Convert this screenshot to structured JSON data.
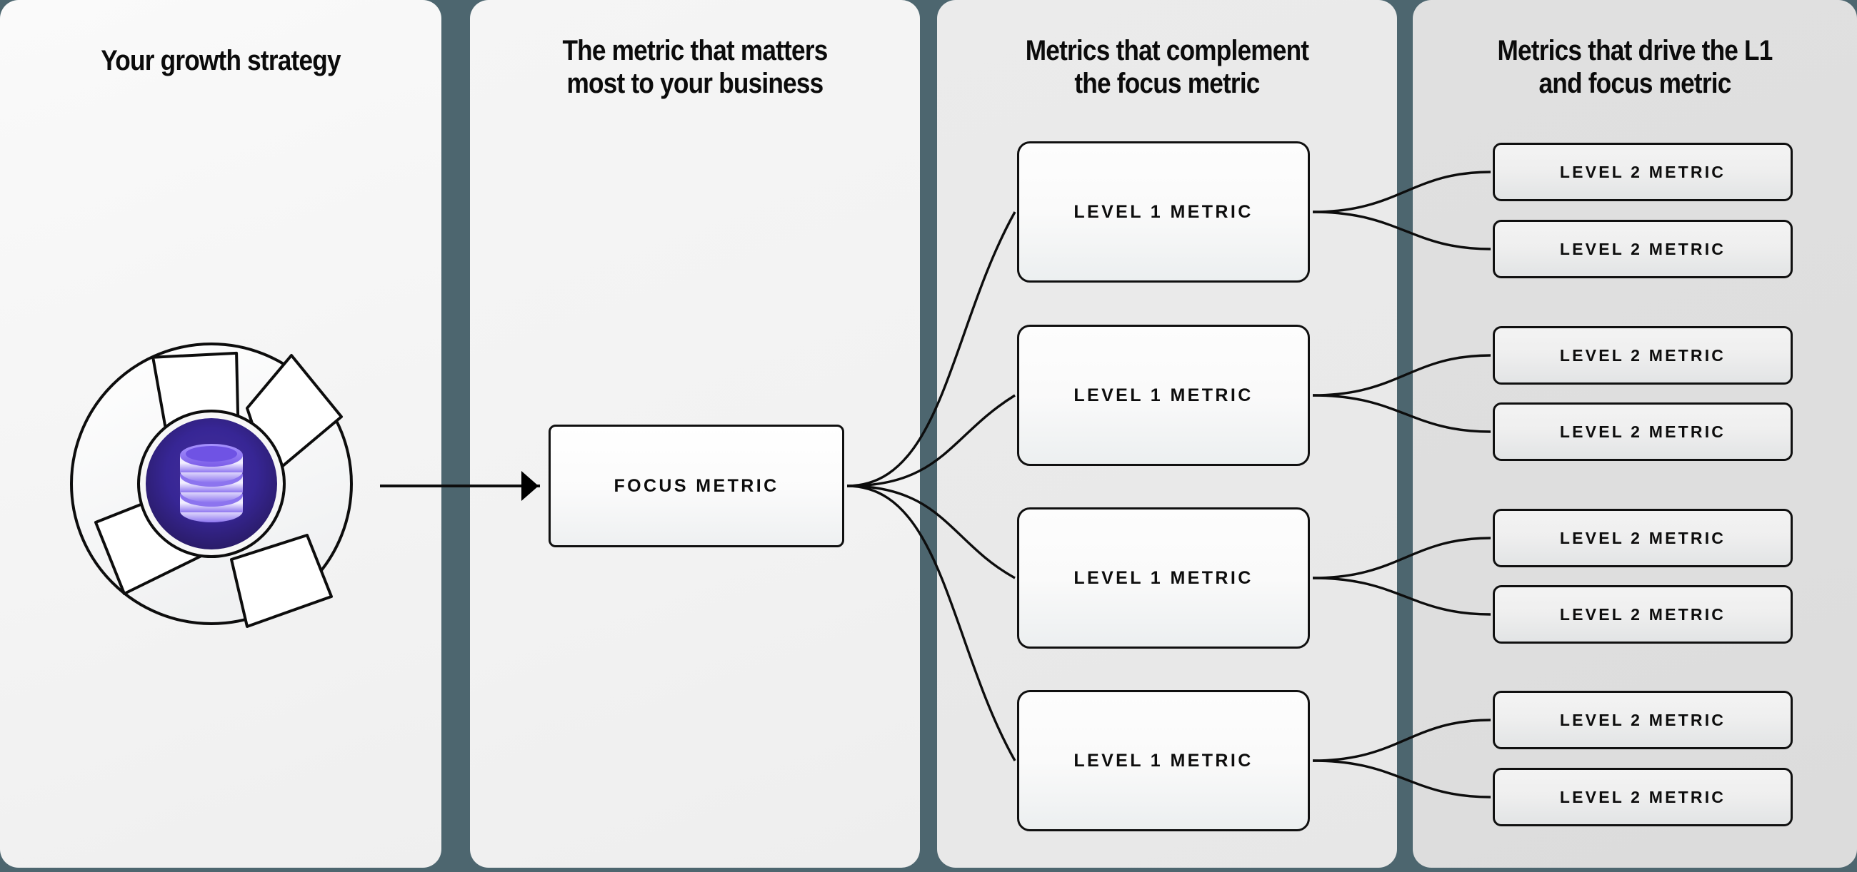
{
  "columns": [
    {
      "id": "growth-strategy",
      "title": "Your growth strategy"
    },
    {
      "id": "focus-metric",
      "title": "The metric that matters\nmost to your business"
    },
    {
      "id": "level-1-metrics",
      "title": "Metrics that complement\nthe focus metric"
    },
    {
      "id": "level-2-metrics",
      "title": "Metrics that drive the L1\nand focus metric"
    }
  ],
  "icon": {
    "name": "growth-strategy-aperture-icon",
    "center_icon": "database-icon",
    "blade_count": 4,
    "colors": {
      "outline": "#0d0d0d",
      "blade_fill": "#ffffff",
      "disc_fill": "#f3f4f5",
      "core_outer": "#3b2a86",
      "core_inner": "#2c1f69",
      "database_light": "#d9d2ff",
      "database_mid": "#9b86f5",
      "database_dark": "#6b4fe0"
    }
  },
  "focus_node": {
    "label": "FOCUS METRIC"
  },
  "level_1_nodes": [
    {
      "label": "LEVEL 1 METRIC"
    },
    {
      "label": "LEVEL 1 METRIC"
    },
    {
      "label": "LEVEL 1 METRIC"
    },
    {
      "label": "LEVEL 1 METRIC"
    }
  ],
  "level_2_nodes": [
    {
      "label": "LEVEL 2 METRIC"
    },
    {
      "label": "LEVEL 2 METRIC"
    },
    {
      "label": "LEVEL 2 METRIC"
    },
    {
      "label": "LEVEL 2 METRIC"
    },
    {
      "label": "LEVEL 2 METRIC"
    },
    {
      "label": "LEVEL 2 METRIC"
    },
    {
      "label": "LEVEL 2 METRIC"
    },
    {
      "label": "LEVEL 2 METRIC"
    }
  ],
  "theme": {
    "page_background": "#4d666f",
    "divider": "#4d666f",
    "panel_1_background": "#f5f5f5",
    "panel_2_background": "#f2f2f2",
    "panel_3_background": "#e9e9e9",
    "panel_4_background": "#dedede",
    "line_color": "#0d0d0d",
    "text_color": "#0b0b0b"
  }
}
